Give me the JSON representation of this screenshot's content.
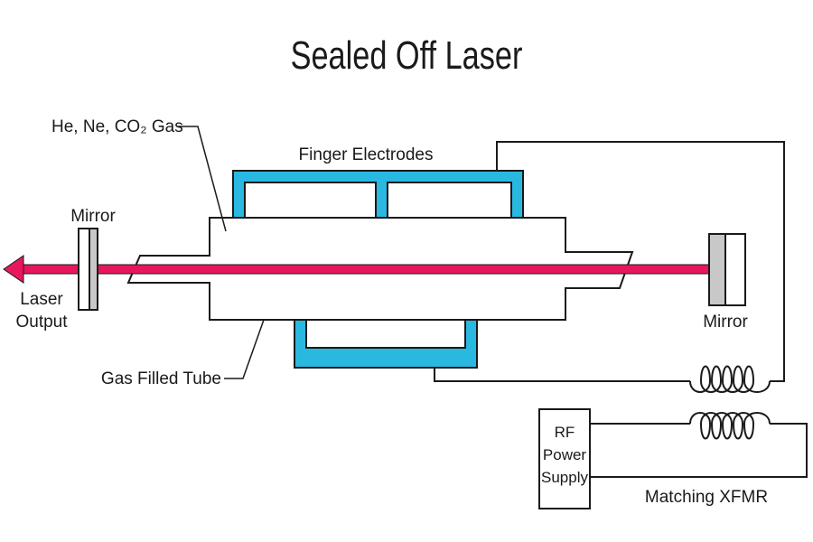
{
  "title": "Sealed Off Laser",
  "labels": {
    "gas": "He, Ne, CO₂ Gas",
    "finger_electrodes": "Finger Electrodes",
    "mirror_left": "Mirror",
    "mirror_right": "Mirror",
    "laser_output_line1": "Laser",
    "laser_output_line2": "Output",
    "gas_filled_tube": "Gas Filled Tube",
    "rf_line1": "RF",
    "rf_line2": "Power",
    "rf_line3": "Supply",
    "matching_xfmr": "Matching XFMR"
  },
  "colors": {
    "electrode": "#29b8e0",
    "beam": "#e8175d",
    "mirror_fill": "#c8c8c8",
    "line": "#1a1a1a"
  }
}
